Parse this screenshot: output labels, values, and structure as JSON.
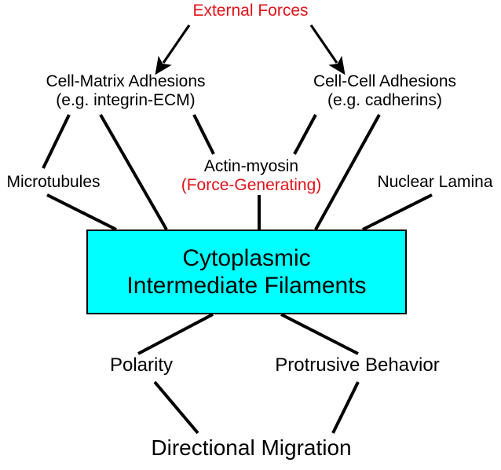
{
  "diagram": {
    "title": "Cytoplasmic Intermediate Filaments signaling diagram",
    "background_color": "#ffffff",
    "accent_color": "#00ffff",
    "highlight_color": "#e1121a",
    "line_color": "#000000"
  },
  "nodes": {
    "external_forces": {
      "label": "External Forces",
      "color": "#e1121a"
    },
    "cell_matrix_adhesions": {
      "line1": "Cell-Matrix Adhesions",
      "line2": "(e.g. integrin-ECM)",
      "color": "#000000"
    },
    "cell_cell_adhesions": {
      "line1": "Cell-Cell Adhesions",
      "line2": "(e.g. cadherins)",
      "color": "#000000"
    },
    "actin_myosin": {
      "line1": "Actin-myosin",
      "line2": "(Force-Generating)",
      "line1_color": "#000000",
      "line2_color": "#e1121a"
    },
    "microtubules": {
      "label": "Microtubules",
      "color": "#000000"
    },
    "nuclear_lamina": {
      "label": "Nuclear Lamina",
      "color": "#000000"
    },
    "cytoplasmic_intermediate_filaments": {
      "line1": "Cytoplasmic",
      "line2": "Intermediate Filaments",
      "fill_color": "#00ffff",
      "border_color": "#000000",
      "text_color": "#000000"
    },
    "polarity": {
      "label": "Polarity",
      "color": "#000000"
    },
    "protrusive_behavior": {
      "label": "Protrusive Behavior",
      "color": "#000000"
    },
    "directional_migration": {
      "label": "Directional Migration",
      "color": "#000000"
    }
  },
  "edges": [
    {
      "name": "external-forces-to-cell-matrix",
      "type": "arrow",
      "from": "external_forces",
      "to": "cell_matrix_adhesions"
    },
    {
      "name": "external-forces-to-cell-cell",
      "type": "arrow",
      "from": "external_forces",
      "to": "cell_cell_adhesions"
    },
    {
      "name": "cell-matrix-to-microtubules",
      "type": "line",
      "from": "cell_matrix_adhesions",
      "to": "microtubules"
    },
    {
      "name": "cell-matrix-to-cif",
      "type": "line",
      "from": "cell_matrix_adhesions",
      "to": "cytoplasmic_intermediate_filaments"
    },
    {
      "name": "cell-matrix-to-actin-myosin",
      "type": "line",
      "from": "cell_matrix_adhesions",
      "to": "actin_myosin"
    },
    {
      "name": "cell-cell-to-actin-myosin",
      "type": "line",
      "from": "cell_cell_adhesions",
      "to": "actin_myosin"
    },
    {
      "name": "cell-cell-to-cif",
      "type": "line",
      "from": "cell_cell_adhesions",
      "to": "cytoplasmic_intermediate_filaments"
    },
    {
      "name": "microtubules-to-cif",
      "type": "line",
      "from": "microtubules",
      "to": "cytoplasmic_intermediate_filaments"
    },
    {
      "name": "actin-myosin-to-cif",
      "type": "line",
      "from": "actin_myosin",
      "to": "cytoplasmic_intermediate_filaments"
    },
    {
      "name": "nuclear-lamina-to-cif",
      "type": "line",
      "from": "nuclear_lamina",
      "to": "cytoplasmic_intermediate_filaments"
    },
    {
      "name": "cif-to-polarity",
      "type": "line",
      "from": "cytoplasmic_intermediate_filaments",
      "to": "polarity"
    },
    {
      "name": "cif-to-protrusive-behavior",
      "type": "line",
      "from": "cytoplasmic_intermediate_filaments",
      "to": "protrusive_behavior"
    },
    {
      "name": "polarity-to-directional-migration",
      "type": "line",
      "from": "polarity",
      "to": "directional_migration"
    },
    {
      "name": "protrusive-behavior-to-directional-migration",
      "type": "line",
      "from": "protrusive_behavior",
      "to": "directional_migration"
    }
  ]
}
